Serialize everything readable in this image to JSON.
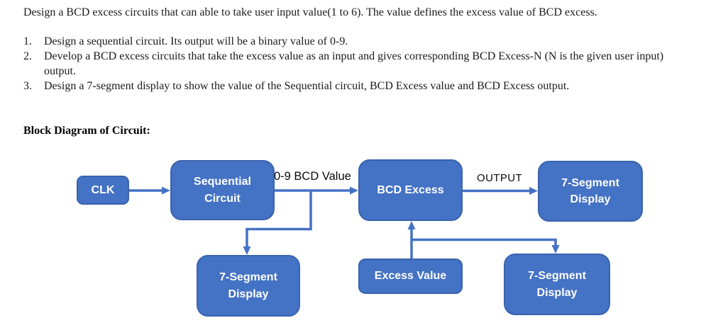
{
  "document": {
    "intro": "Design a BCD excess circuits that can able to take user input value(1 to 6). The value defines the excess value of BCD excess.",
    "tasks": [
      {
        "num": "1.",
        "text": "Design a sequential circuit. Its output will be a binary value of 0-9."
      },
      {
        "num": "2.",
        "text": "Develop a BCD excess circuits that take the excess value as an input and gives corresponding BCD Excess-N (N is the given user input) output."
      },
      {
        "num": "3.",
        "text": "Design a 7-segment display to show the value of the Sequential circuit, BCD Excess value and BCD Excess output."
      }
    ],
    "section_heading": "Block Diagram of Circuit:"
  },
  "diagram": {
    "boxes": {
      "clk": "CLK",
      "sequential": "Sequential Circuit",
      "bcd_excess": "BCD Excess",
      "display_top_right": "7-Segment Display",
      "display_bottom_left": "7-Segment Display",
      "excess_value": "Excess Value",
      "display_bottom_right": "7-Segment Display"
    },
    "labels": {
      "bcd_value": "0-9 BCD Value",
      "output": "OUTPUT"
    },
    "colors": {
      "box_fill": "#4472C4",
      "box_border": "#3A63AE",
      "connector": "#4472C4",
      "box_text": "#FFFFFF",
      "label_text": "#000000"
    }
  }
}
